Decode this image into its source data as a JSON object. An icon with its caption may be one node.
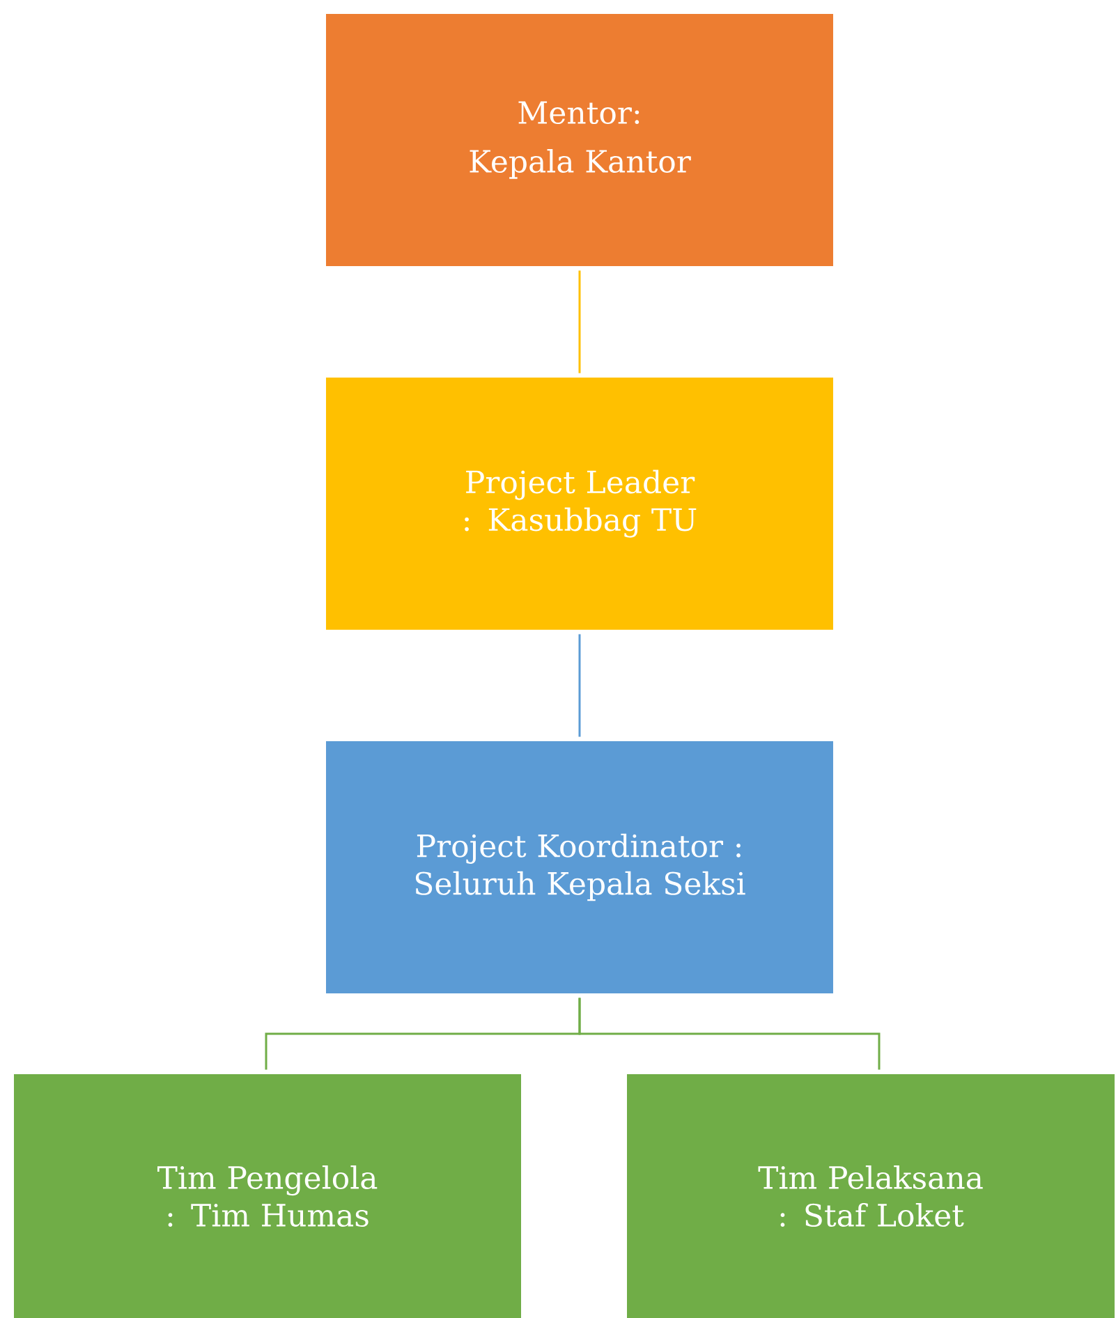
{
  "diagram": {
    "nodes": [
      {
        "text": [
          "Mentor:",
          "Kepala Kantor"
        ]
      },
      {
        "text": [
          "Project Leader : Kasubbag TU"
        ]
      },
      {
        "text": [
          "Project Koordinator : Seluruh Kepala Seksi"
        ]
      },
      {
        "text": [
          "Tim Pengelola : Tim Humas"
        ]
      },
      {
        "text": [
          "Tim Pelaksana : Staf Loket"
        ]
      }
    ],
    "edges": [
      {
        "from": 0,
        "to": 1,
        "arrow": "none",
        "color": "#ffc000"
      },
      {
        "from": 1,
        "to": 2,
        "arrow": "none",
        "color": "#5b9bd5"
      },
      {
        "from": 2,
        "to": 3,
        "arrow": "none",
        "color": "#70ad47"
      },
      {
        "from": 2,
        "to": 4,
        "arrow": "none",
        "color": "#70ad47"
      }
    ]
  }
}
